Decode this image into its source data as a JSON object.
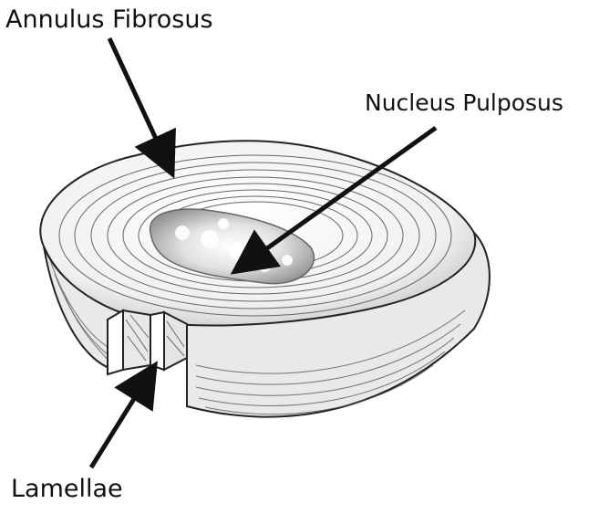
{
  "labels": {
    "annulus_fibrosus": "Annulus Fibrosus",
    "nucleus_pulposus": "Nucleus Pulposus",
    "lamellae": "Lamellae"
  },
  "colors": {
    "background": "#ffffff",
    "ink": "#111111",
    "disc_fill": "#f4f4f4",
    "disc_shadow": "#9a9a9a",
    "nucleus_fill": "#cfcfcf"
  }
}
